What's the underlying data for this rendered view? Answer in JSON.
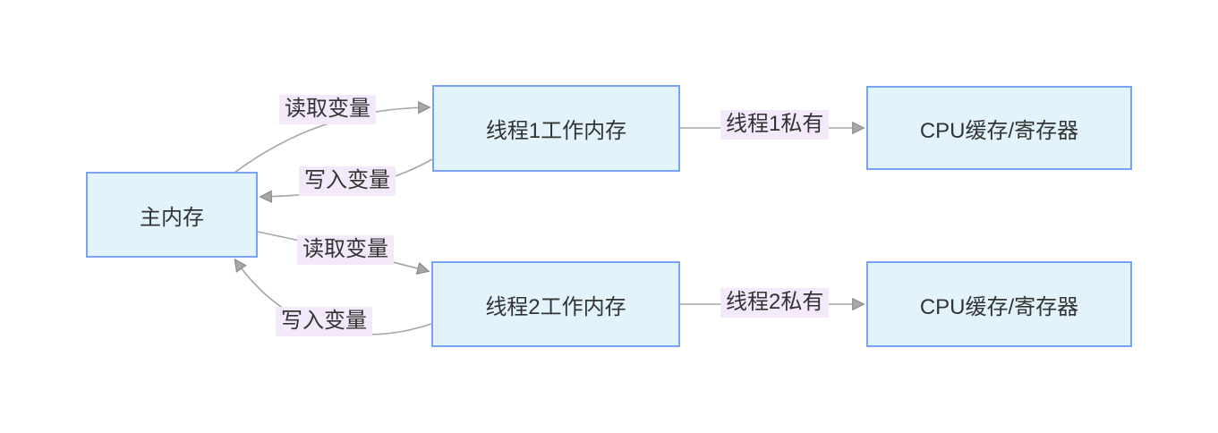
{
  "diagram": {
    "type": "flowchart",
    "colors": {
      "node_fill": "#e2f3fc",
      "node_border": "#7aa2f2",
      "edge_label_bg": "#f3e9fa",
      "edge_line": "#a6a6a6",
      "text": "#333333",
      "background": "#ffffff"
    },
    "nodes": [
      {
        "id": "main-memory",
        "label": "主内存"
      },
      {
        "id": "thread1-working-memory",
        "label": "线程1工作内存"
      },
      {
        "id": "cpu-cache-1",
        "label": "CPU缓存/寄存器"
      },
      {
        "id": "thread2-working-memory",
        "label": "线程2工作内存"
      },
      {
        "id": "cpu-cache-2",
        "label": "CPU缓存/寄存器"
      }
    ],
    "edges": [
      {
        "from": "main-memory",
        "to": "thread1-working-memory",
        "label": "读取变量"
      },
      {
        "from": "thread1-working-memory",
        "to": "main-memory",
        "label": "写入变量"
      },
      {
        "from": "main-memory",
        "to": "thread2-working-memory",
        "label": "读取变量"
      },
      {
        "from": "thread2-working-memory",
        "to": "main-memory",
        "label": "写入变量"
      },
      {
        "from": "thread1-working-memory",
        "to": "cpu-cache-1",
        "label": "线程1私有"
      },
      {
        "from": "thread2-working-memory",
        "to": "cpu-cache-2",
        "label": "线程2私有"
      }
    ]
  }
}
